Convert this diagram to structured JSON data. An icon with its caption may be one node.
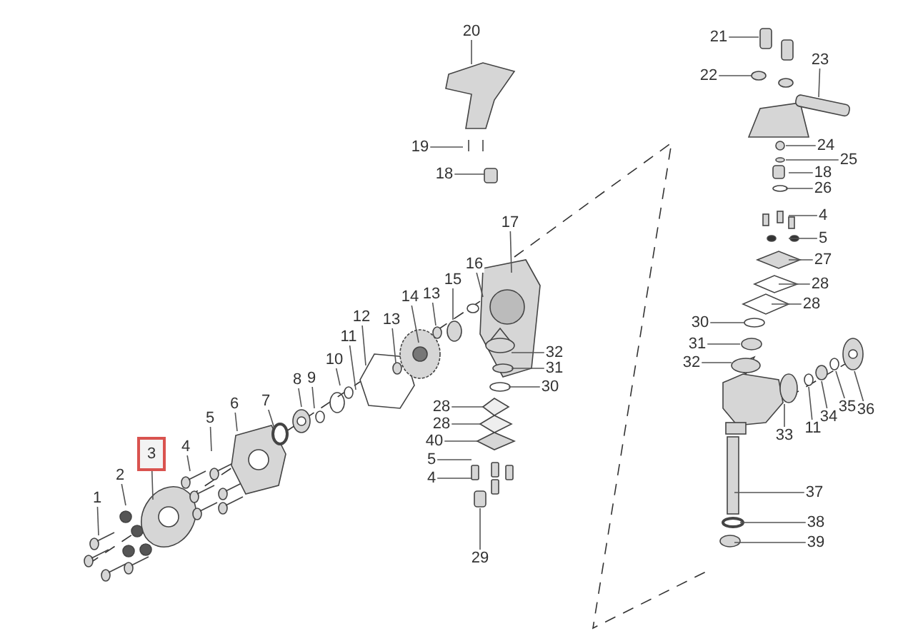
{
  "diagram": {
    "nodes": [
      {
        "text": [
          "1"
        ]
      },
      {
        "text": [
          "2"
        ]
      },
      {
        "text": [
          "3"
        ]
      },
      {
        "text": [
          "4"
        ]
      },
      {
        "text": [
          "5"
        ]
      },
      {
        "text": [
          "6"
        ]
      },
      {
        "text": [
          "7"
        ]
      },
      {
        "text": [
          "8"
        ]
      },
      {
        "text": [
          "9"
        ]
      },
      {
        "text": [
          "10"
        ]
      },
      {
        "text": [
          "11"
        ]
      },
      {
        "text": [
          "12"
        ]
      },
      {
        "text": [
          "13"
        ]
      },
      {
        "text": [
          "14"
        ]
      },
      {
        "text": [
          "13"
        ]
      },
      {
        "text": [
          "15"
        ]
      },
      {
        "text": [
          "16"
        ]
      },
      {
        "text": [
          "17"
        ]
      },
      {
        "text": [
          "20"
        ]
      },
      {
        "text": [
          "19"
        ]
      },
      {
        "text": [
          "18"
        ]
      },
      {
        "text": [
          "21"
        ]
      },
      {
        "text": [
          "22"
        ]
      },
      {
        "text": [
          "23"
        ]
      },
      {
        "text": [
          "24"
        ]
      },
      {
        "text": [
          "25"
        ]
      },
      {
        "text": [
          "18"
        ]
      },
      {
        "text": [
          "26"
        ]
      },
      {
        "text": [
          "4"
        ]
      },
      {
        "text": [
          "5"
        ]
      },
      {
        "text": [
          "27"
        ]
      },
      {
        "text": [
          "28"
        ]
      },
      {
        "text": [
          "28"
        ]
      },
      {
        "text": [
          "30"
        ]
      },
      {
        "text": [
          "31"
        ]
      },
      {
        "text": [
          "32"
        ]
      },
      {
        "text": [
          "33"
        ]
      },
      {
        "text": [
          "11"
        ]
      },
      {
        "text": [
          "34"
        ]
      },
      {
        "text": [
          "35"
        ]
      },
      {
        "text": [
          "36"
        ]
      },
      {
        "text": [
          "37"
        ]
      },
      {
        "text": [
          "38"
        ]
      },
      {
        "text": [
          "39"
        ]
      },
      {
        "text": [
          "32"
        ]
      },
      {
        "text": [
          "31"
        ]
      },
      {
        "text": [
          "30"
        ]
      },
      {
        "text": [
          "28"
        ]
      },
      {
        "text": [
          "28"
        ]
      },
      {
        "text": [
          "40"
        ]
      },
      {
        "text": [
          "5"
        ]
      },
      {
        "text": [
          "4"
        ]
      },
      {
        "text": [
          "29"
        ]
      }
    ],
    "edges": [
      {
        "from": 0,
        "to": null,
        "arrow": "none"
      },
      {
        "from": 1,
        "to": null,
        "arrow": "none"
      },
      {
        "from": 2,
        "to": null,
        "arrow": "none"
      },
      {
        "from": 3,
        "to": null,
        "arrow": "none"
      },
      {
        "from": 4,
        "to": null,
        "arrow": "none"
      },
      {
        "from": 5,
        "to": null,
        "arrow": "none"
      },
      {
        "from": 6,
        "to": null,
        "arrow": "none"
      },
      {
        "from": 7,
        "to": null,
        "arrow": "none"
      },
      {
        "from": 8,
        "to": null,
        "arrow": "none"
      },
      {
        "from": 9,
        "to": null,
        "arrow": "none"
      },
      {
        "from": 10,
        "to": null,
        "arrow": "none"
      },
      {
        "from": 11,
        "to": null,
        "arrow": "none"
      },
      {
        "from": 12,
        "to": null,
        "arrow": "none"
      },
      {
        "from": 13,
        "to": null,
        "arrow": "none"
      },
      {
        "from": 14,
        "to": null,
        "arrow": "none"
      },
      {
        "from": 15,
        "to": null,
        "arrow": "none"
      },
      {
        "from": 16,
        "to": null,
        "arrow": "none"
      },
      {
        "from": 17,
        "to": null,
        "arrow": "none"
      },
      {
        "from": 18,
        "to": null,
        "arrow": "none"
      },
      {
        "from": 19,
        "to": null,
        "arrow": "none"
      },
      {
        "from": 20,
        "to": null,
        "arrow": "none"
      },
      {
        "from": 21,
        "to": null,
        "arrow": "none"
      },
      {
        "from": 22,
        "to": null,
        "arrow": "none"
      },
      {
        "from": 23,
        "to": null,
        "arrow": "none"
      },
      {
        "from": 24,
        "to": null,
        "arrow": "none"
      },
      {
        "from": 25,
        "to": null,
        "arrow": "none"
      },
      {
        "from": 26,
        "to": null,
        "arrow": "none"
      },
      {
        "from": 27,
        "to": null,
        "arrow": "none"
      },
      {
        "from": 28,
        "to": null,
        "arrow": "none"
      },
      {
        "from": 29,
        "to": null,
        "arrow": "none"
      },
      {
        "from": 30,
        "to": null,
        "arrow": "none"
      },
      {
        "from": 31,
        "to": null,
        "arrow": "none"
      },
      {
        "from": 32,
        "to": null,
        "arrow": "none"
      },
      {
        "from": 33,
        "to": null,
        "arrow": "none"
      },
      {
        "from": 34,
        "to": null,
        "arrow": "none"
      },
      {
        "from": 35,
        "to": null,
        "arrow": "none"
      },
      {
        "from": 36,
        "to": null,
        "arrow": "none"
      },
      {
        "from": 37,
        "to": null,
        "arrow": "none"
      },
      {
        "from": 38,
        "to": null,
        "arrow": "none"
      },
      {
        "from": 39,
        "to": null,
        "arrow": "none"
      },
      {
        "from": 40,
        "to": null,
        "arrow": "none"
      },
      {
        "from": 41,
        "to": null,
        "arrow": "none"
      },
      {
        "from": 42,
        "to": null,
        "arrow": "none"
      },
      {
        "from": 43,
        "to": null,
        "arrow": "none"
      },
      {
        "from": 44,
        "to": null,
        "arrow": "none"
      },
      {
        "from": 45,
        "to": null,
        "arrow": "none"
      },
      {
        "from": 46,
        "to": null,
        "arrow": "none"
      },
      {
        "from": 47,
        "to": null,
        "arrow": "none"
      },
      {
        "from": 48,
        "to": null,
        "arrow": "none"
      },
      {
        "from": 49,
        "to": null,
        "arrow": "none"
      },
      {
        "from": 50,
        "to": null,
        "arrow": "none"
      },
      {
        "from": 51,
        "to": null,
        "arrow": "none"
      },
      {
        "from": 52,
        "to": null,
        "arrow": "none"
      }
    ]
  }
}
